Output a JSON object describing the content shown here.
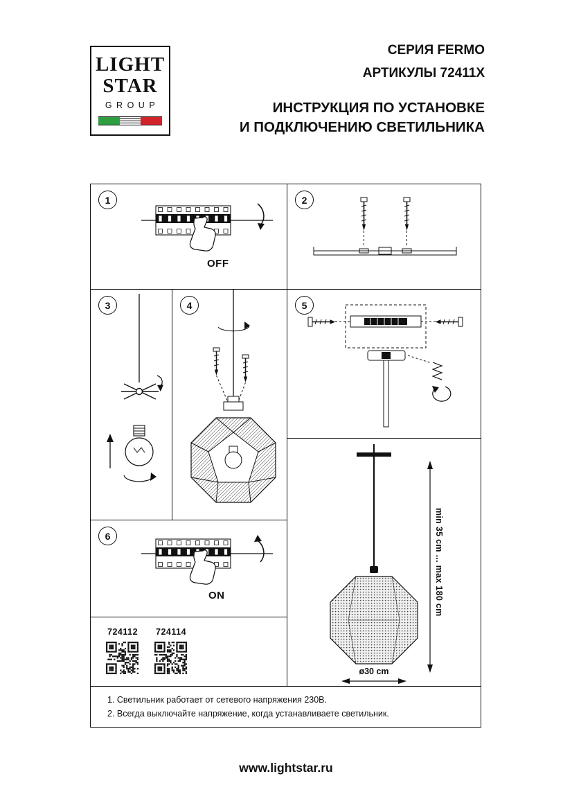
{
  "logo": {
    "line1": "LIGHT",
    "line2": "STAR",
    "line3": "GROUP",
    "flag_colors": {
      "green": "#2f9e41",
      "white": "#ffffff",
      "red": "#d2232a"
    }
  },
  "header": {
    "series": "СЕРИЯ FERMO",
    "articles": "АРТИКУЛЫ 72411X",
    "title_line1": "ИНСТРУКЦИЯ ПО УСТАНОВКЕ",
    "title_line2": "И ПОДКЛЮЧЕНИЮ СВЕТИЛЬНИКА"
  },
  "steps": [
    {
      "number": "1",
      "label": "OFF"
    },
    {
      "number": "2",
      "label": ""
    },
    {
      "number": "3",
      "label": ""
    },
    {
      "number": "4",
      "label": ""
    },
    {
      "number": "5",
      "label": ""
    },
    {
      "number": "6",
      "label": "ON"
    }
  ],
  "product": {
    "codes": [
      "724112",
      "724114"
    ],
    "dimensions": {
      "height_range": "min 35 cm ... max 180 cm",
      "diameter": "ø30 cm"
    }
  },
  "notes": [
    "1. Светильник работает от сетевого напряжения 230В.",
    "2. Всегда выключайте напряжение, когда устанавливаете светильник."
  ],
  "footer": {
    "website": "www.lightstar.ru"
  }
}
